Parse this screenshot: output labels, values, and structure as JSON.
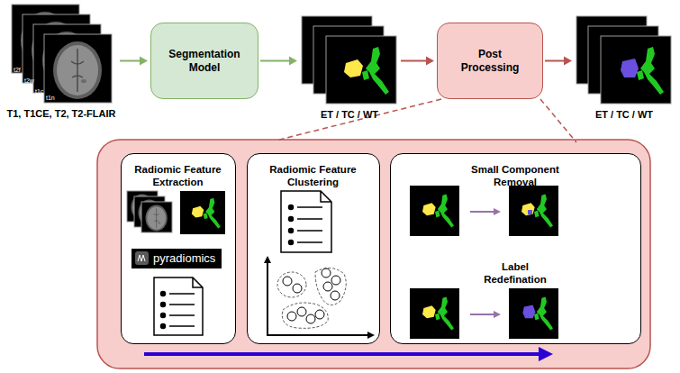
{
  "diagram": {
    "nodes": [
      {
        "text": [
          "t2f",
          "t2w",
          "t1c",
          "t1n",
          "T1, T1CE, T2, T2-FLAIR"
        ]
      },
      {
        "text": [
          "Segmentation Model"
        ]
      },
      {
        "text": [
          "ET / TC / WT"
        ]
      },
      {
        "text": [
          "Post Processing"
        ]
      },
      {
        "text": [
          "ET / TC / WT"
        ]
      },
      {
        "text": [
          "Radiomic Feature Extraction"
        ]
      },
      {
        "text": [
          "pyradiomics"
        ],
        "in": 5
      },
      {
        "text": [
          "Radiomic Feature Clustering"
        ]
      },
      {
        "text": [
          "Small Component Removal",
          "Label Redefination"
        ]
      }
    ],
    "edges": [
      {
        "from": 0,
        "to": 1,
        "arrow": "to"
      },
      {
        "from": 1,
        "to": 2,
        "arrow": "to"
      },
      {
        "from": 2,
        "to": 3,
        "arrow": "to"
      },
      {
        "from": 3,
        "to": 4,
        "arrow": "to"
      }
    ]
  }
}
